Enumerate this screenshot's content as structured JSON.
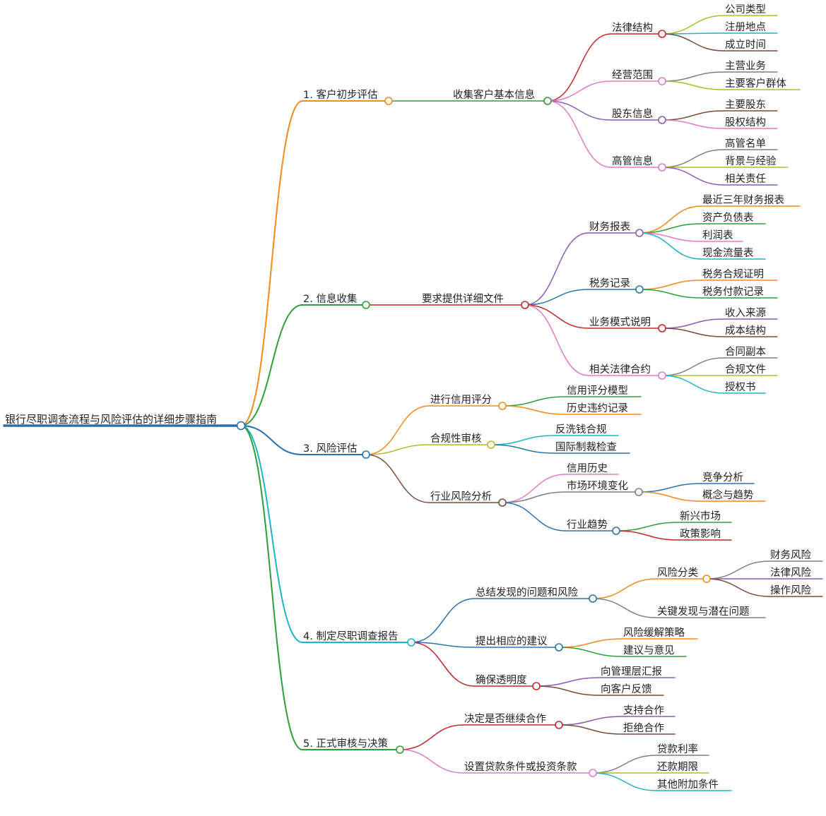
{
  "colors": {
    "orange": "#f28a1e",
    "green": "#2f9e3a",
    "teal": "#1fb5c5",
    "blue": "#2a73b0",
    "red": "#c0282a",
    "pink": "#e07cc7",
    "purple": "#8a5bb5",
    "brown": "#7a4a3a",
    "olive": "#b5b82a",
    "gray": "#7f7f7f",
    "rootBlue": "#2f6fa8"
  },
  "tree": {
    "id": "root",
    "label": "银行尽职调查流程与风险评估的详细步骤指南",
    "color": "rootBlue",
    "children": [
      {
        "id": "s1",
        "label": "1. 客户初步评估",
        "color": "orange",
        "children": [
          {
            "id": "s1-a",
            "label": "收集客户基本信息",
            "color": "green",
            "children": [
              {
                "id": "s1-a1",
                "label": "法律结构",
                "color": "red",
                "children": [
                  {
                    "id": "s1-a1a",
                    "label": "公司类型",
                    "color": "olive"
                  },
                  {
                    "id": "s1-a1b",
                    "label": "注册地点",
                    "color": "teal"
                  },
                  {
                    "id": "s1-a1c",
                    "label": "成立时间",
                    "color": "brown"
                  }
                ]
              },
              {
                "id": "s1-a2",
                "label": "经营范围",
                "color": "pink",
                "children": [
                  {
                    "id": "s1-a2a",
                    "label": "主营业务",
                    "color": "gray"
                  },
                  {
                    "id": "s1-a2b",
                    "label": "主要客户群体",
                    "color": "olive"
                  }
                ]
              },
              {
                "id": "s1-a3",
                "label": "股东信息",
                "color": "purple",
                "children": [
                  {
                    "id": "s1-a3a",
                    "label": "主要股东",
                    "color": "brown"
                  },
                  {
                    "id": "s1-a3b",
                    "label": "股权结构",
                    "color": "pink"
                  }
                ]
              },
              {
                "id": "s1-a4",
                "label": "高管信息",
                "color": "pink",
                "children": [
                  {
                    "id": "s1-a4a",
                    "label": "高管名单",
                    "color": "gray"
                  },
                  {
                    "id": "s1-a4b",
                    "label": "背景与经验",
                    "color": "olive"
                  },
                  {
                    "id": "s1-a4c",
                    "label": "相关责任",
                    "color": "purple"
                  }
                ]
              }
            ]
          }
        ]
      },
      {
        "id": "s2",
        "label": "2. 信息收集",
        "color": "green",
        "children": [
          {
            "id": "s2-a",
            "label": "要求提供详细文件",
            "color": "red",
            "children": [
              {
                "id": "s2-a1",
                "label": "财务报表",
                "color": "purple",
                "children": [
                  {
                    "id": "s2-a1a",
                    "label": "最近三年财务报表",
                    "color": "orange"
                  },
                  {
                    "id": "s2-a1b",
                    "label": "资产负债表",
                    "color": "green"
                  },
                  {
                    "id": "s2-a1c",
                    "label": "利润表",
                    "color": "pink"
                  },
                  {
                    "id": "s2-a1d",
                    "label": "现金流量表",
                    "color": "teal"
                  }
                ]
              },
              {
                "id": "s2-a2",
                "label": "税务记录",
                "color": "blue",
                "children": [
                  {
                    "id": "s2-a2a",
                    "label": "税务合规证明",
                    "color": "orange"
                  },
                  {
                    "id": "s2-a2b",
                    "label": "税务付款记录",
                    "color": "green"
                  }
                ]
              },
              {
                "id": "s2-a3",
                "label": "业务模式说明",
                "color": "red",
                "children": [
                  {
                    "id": "s2-a3a",
                    "label": "收入来源",
                    "color": "purple"
                  },
                  {
                    "id": "s2-a3b",
                    "label": "成本结构",
                    "color": "brown"
                  }
                ]
              },
              {
                "id": "s2-a4",
                "label": "相关法律合约",
                "color": "pink",
                "children": [
                  {
                    "id": "s2-a4a",
                    "label": "合同副本",
                    "color": "gray"
                  },
                  {
                    "id": "s2-a4b",
                    "label": "合规文件",
                    "color": "olive"
                  },
                  {
                    "id": "s2-a4c",
                    "label": "授权书",
                    "color": "teal"
                  }
                ]
              }
            ]
          }
        ]
      },
      {
        "id": "s3",
        "label": "3. 风险评估",
        "color": "blue",
        "children": [
          {
            "id": "s3-a",
            "label": "进行信用评分",
            "color": "orange",
            "children": [
              {
                "id": "s3-a1",
                "label": "信用评分模型",
                "color": "green"
              },
              {
                "id": "s3-a2",
                "label": "历史违约记录",
                "color": "orange"
              }
            ]
          },
          {
            "id": "s3-b",
            "label": "合规性审核",
            "color": "olive",
            "children": [
              {
                "id": "s3-b1",
                "label": "反洗钱合规",
                "color": "teal"
              },
              {
                "id": "s3-b2",
                "label": "国际制裁检查",
                "color": "blue"
              }
            ]
          },
          {
            "id": "s3-c",
            "label": "行业风险分析",
            "color": "brown",
            "children": [
              {
                "id": "s3-c1",
                "label": "信用历史",
                "color": "pink"
              },
              {
                "id": "s3-c2",
                "label": "市场环境变化",
                "color": "gray",
                "children": [
                  {
                    "id": "s3-c2a",
                    "label": "竞争分析",
                    "color": "blue"
                  },
                  {
                    "id": "s3-c2b",
                    "label": "概念与趋势",
                    "color": "orange"
                  }
                ]
              },
              {
                "id": "s3-c3",
                "label": "行业趋势",
                "color": "blue",
                "children": [
                  {
                    "id": "s3-c3a",
                    "label": "新兴市场",
                    "color": "green"
                  },
                  {
                    "id": "s3-c3b",
                    "label": "政策影响",
                    "color": "red"
                  }
                ]
              }
            ]
          }
        ]
      },
      {
        "id": "s4",
        "label": "4. 制定尽职调查报告",
        "color": "teal",
        "children": [
          {
            "id": "s4-a",
            "label": "总结发现的问题和风险",
            "color": "blue",
            "children": [
              {
                "id": "s4-a1",
                "label": "风险分类",
                "color": "orange",
                "children": [
                  {
                    "id": "s4-a1a",
                    "label": "财务风险",
                    "color": "gray"
                  },
                  {
                    "id": "s4-a1b",
                    "label": "法律风险",
                    "color": "purple"
                  },
                  {
                    "id": "s4-a1c",
                    "label": "操作风险",
                    "color": "brown"
                  }
                ]
              },
              {
                "id": "s4-a2",
                "label": "关键发现与潜在问题",
                "color": "gray"
              }
            ]
          },
          {
            "id": "s4-b",
            "label": "提出相应的建议",
            "color": "blue",
            "children": [
              {
                "id": "s4-b1",
                "label": "风险缓解策略",
                "color": "orange"
              },
              {
                "id": "s4-b2",
                "label": "建议与意见",
                "color": "green"
              }
            ]
          },
          {
            "id": "s4-c",
            "label": "确保透明度",
            "color": "red",
            "children": [
              {
                "id": "s4-c1",
                "label": "向管理层汇报",
                "color": "purple"
              },
              {
                "id": "s4-c2",
                "label": "向客户反馈",
                "color": "brown"
              }
            ]
          }
        ]
      },
      {
        "id": "s5",
        "label": "5. 正式审核与决策",
        "color": "green",
        "children": [
          {
            "id": "s5-a",
            "label": "决定是否继续合作",
            "color": "red",
            "children": [
              {
                "id": "s5-a1",
                "label": "支持合作",
                "color": "purple"
              },
              {
                "id": "s5-a2",
                "label": "拒绝合作",
                "color": "brown"
              }
            ]
          },
          {
            "id": "s5-b",
            "label": "设置贷款条件或投资条款",
            "color": "pink",
            "children": [
              {
                "id": "s5-b1",
                "label": "贷款利率",
                "color": "gray"
              },
              {
                "id": "s5-b2",
                "label": "还款期限",
                "color": "olive"
              },
              {
                "id": "s5-b3",
                "label": "其他附加条件",
                "color": "teal"
              }
            ]
          }
        ]
      }
    ]
  }
}
